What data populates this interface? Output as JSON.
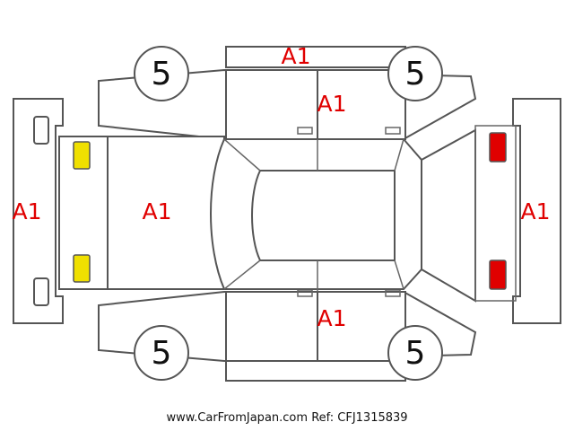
{
  "grades": {
    "rear_bumper": "A1",
    "hood": "A1",
    "top_edge": "A1",
    "left_doors": "A1",
    "right_doors": "A1",
    "front_bumper": "A1"
  },
  "tires": {
    "rear_left": "5",
    "front_left": "5",
    "rear_right": "5",
    "front_right": "5"
  },
  "lamps": {
    "rear_color": "#f0e000",
    "front_color": "#e00000"
  },
  "footer": {
    "site": "www.CarFromJapan.com",
    "ref": "Ref: CFJ1315839"
  }
}
